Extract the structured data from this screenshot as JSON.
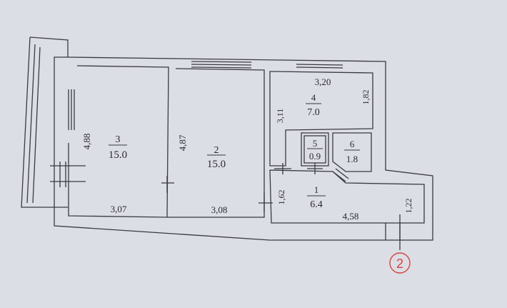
{
  "rooms": [
    {
      "number": "3",
      "area": "15.0",
      "width": "3,07",
      "length": "4,88"
    },
    {
      "number": "2",
      "area": "15.0",
      "width": "3,08",
      "length": "4,87"
    },
    {
      "number": "4",
      "area": "7.0",
      "width": "3,20",
      "length": "1,82",
      "extra": "3,11"
    },
    {
      "number": "5",
      "area": "0.9"
    },
    {
      "number": "6",
      "area": "1.8"
    },
    {
      "number": "1",
      "area": "6.4",
      "width": "4,58",
      "length": "1,22",
      "extra": "1,62"
    }
  ],
  "axis_marker": "2",
  "colors": {
    "paper": "#d9dbe3",
    "line": "#3a3a40",
    "marker": "#d9433a"
  }
}
